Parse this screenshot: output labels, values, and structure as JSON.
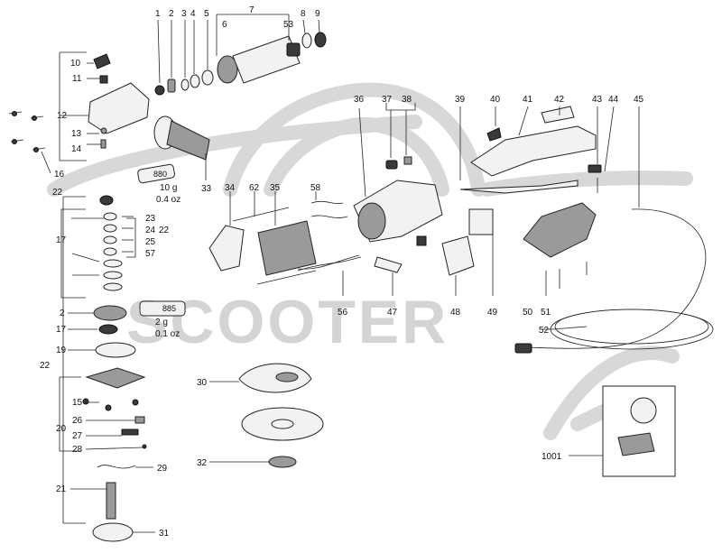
{
  "watermark": {
    "brand": "SCOOTER"
  },
  "labels": [
    {
      "id": "l1",
      "text": "1"
    },
    {
      "id": "l2",
      "text": "2"
    },
    {
      "id": "l3",
      "text": "3"
    },
    {
      "id": "l4",
      "text": "4"
    },
    {
      "id": "l5",
      "text": "5"
    },
    {
      "id": "l6",
      "text": "6"
    },
    {
      "id": "l7",
      "text": "7"
    },
    {
      "id": "l53",
      "text": "53"
    },
    {
      "id": "l8",
      "text": "8"
    },
    {
      "id": "l9",
      "text": "9"
    },
    {
      "id": "l10",
      "text": "10"
    },
    {
      "id": "l11",
      "text": "11"
    },
    {
      "id": "l12",
      "text": "12"
    },
    {
      "id": "l13",
      "text": "13"
    },
    {
      "id": "l14",
      "text": "14"
    },
    {
      "id": "l16",
      "text": "16"
    },
    {
      "id": "l33",
      "text": "33"
    },
    {
      "id": "l34",
      "text": "34"
    },
    {
      "id": "l62",
      "text": "62"
    },
    {
      "id": "l35",
      "text": "35"
    },
    {
      "id": "l58",
      "text": "58"
    },
    {
      "id": "l36",
      "text": "36"
    },
    {
      "id": "l37",
      "text": "37"
    },
    {
      "id": "l38",
      "text": "38"
    },
    {
      "id": "l39",
      "text": "39"
    },
    {
      "id": "l40",
      "text": "40"
    },
    {
      "id": "l41",
      "text": "41"
    },
    {
      "id": "l42",
      "text": "42"
    },
    {
      "id": "l43",
      "text": "43"
    },
    {
      "id": "l44",
      "text": "44"
    },
    {
      "id": "l45",
      "text": "45"
    },
    {
      "id": "l22a",
      "text": "22"
    },
    {
      "id": "l23",
      "text": "23"
    },
    {
      "id": "l24",
      "text": "24"
    },
    {
      "id": "l22b",
      "text": "22"
    },
    {
      "id": "l25",
      "text": "25"
    },
    {
      "id": "l57",
      "text": "57"
    },
    {
      "id": "l17a",
      "text": "17"
    },
    {
      "id": "l2b",
      "text": "2"
    },
    {
      "id": "l17b",
      "text": "17"
    },
    {
      "id": "l19",
      "text": "19"
    },
    {
      "id": "l22c",
      "text": "22"
    },
    {
      "id": "l15",
      "text": "15"
    },
    {
      "id": "l20",
      "text": "20"
    },
    {
      "id": "l26",
      "text": "26"
    },
    {
      "id": "l27",
      "text": "27"
    },
    {
      "id": "l28",
      "text": "28"
    },
    {
      "id": "l29",
      "text": "29"
    },
    {
      "id": "l21",
      "text": "21"
    },
    {
      "id": "l31",
      "text": "31"
    },
    {
      "id": "l30",
      "text": "30"
    },
    {
      "id": "l32",
      "text": "32"
    },
    {
      "id": "l56",
      "text": "56"
    },
    {
      "id": "l47",
      "text": "47"
    },
    {
      "id": "l48",
      "text": "48"
    },
    {
      "id": "l49",
      "text": "49"
    },
    {
      "id": "l50",
      "text": "50"
    },
    {
      "id": "l51",
      "text": "51"
    },
    {
      "id": "l52",
      "text": "52"
    },
    {
      "id": "l1001",
      "text": "1001"
    }
  ],
  "grease_tubes": [
    {
      "id": "t880",
      "tube_label": "880",
      "amount": "10 g",
      "amount_alt": "0.4 oz"
    },
    {
      "id": "t885",
      "tube_label": "885",
      "amount": "2 g",
      "amount_alt": "0.1 oz"
    }
  ]
}
